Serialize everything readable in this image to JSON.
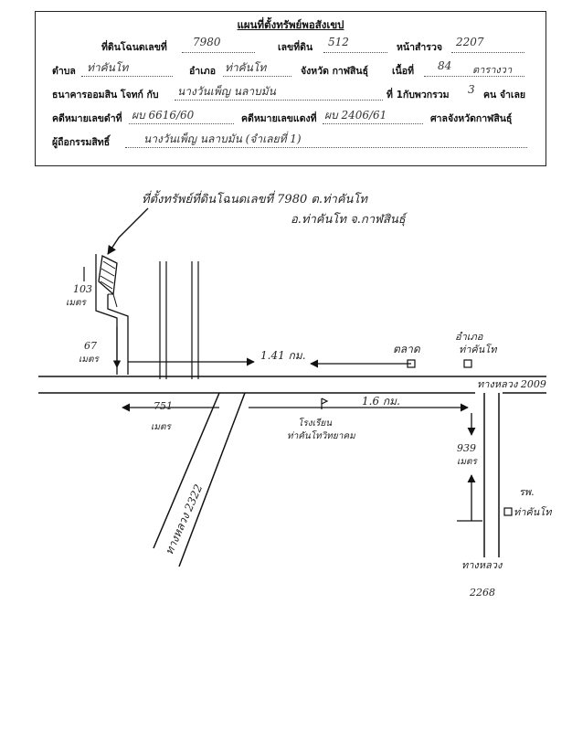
{
  "header": {
    "title": "แผนที่ตั้งทรัพย์พอสังเขป",
    "row1": {
      "deed_label": "ที่ดินโฉนดเลขที่",
      "deed_value": "7980",
      "land_no_label": "เลขที่ดิน",
      "land_no_value": "512",
      "survey_label": "หน้าสำรวจ",
      "survey_value": "2207"
    },
    "row2": {
      "subdistrict_label": "ตำบล",
      "subdistrict_value": "ท่าคันโท",
      "district_label": "อำเภอ",
      "district_value": "ท่าคันโท",
      "province_label": "จังหวัด  กาฬสินธุ์",
      "area_label": "เนื้อที่",
      "area_value": "84",
      "area_unit": "ตารางวา"
    },
    "row3": {
      "plaintiff_label": "ธนาคารออมสิน  โจทก์  กับ",
      "defendant_value": "นางวันเพ็ญ  นลาบมัน",
      "defendant_suffix": "ที่ 1กับพวกรวม",
      "count_value": "3",
      "count_suffix": "คน  จำเลย"
    },
    "row4": {
      "black_case_label": "คดีหมายเลขดำที่",
      "black_case_value": "ผบ 6616/60",
      "red_case_label": "คดีหมายเลขแดงที่",
      "red_case_value": "ผบ 2406/61",
      "court_label": "ศาลจังหวัดกาฬสินธุ์"
    },
    "row5": {
      "owner_label": "ผู้ถือกรรมสิทธิ์",
      "owner_value": "นางวันเพ็ญ  นลาบมัน  (จำเลยที่ 1)"
    }
  },
  "map": {
    "location_note_line1": "ที่ตั้งทรัพย์ที่ดินโฉนดเลขที่ 7980 ต.ท่าคันโท",
    "location_note_line2": "อ.ท่าคันโท  จ.กาฬสินธุ์",
    "dist_103": "103",
    "unit_103": "เมตร",
    "dist_67": "67",
    "unit_67": "เมตร",
    "dist_141": "1.41 กม.",
    "label_market": "ตลาด",
    "label_district_office_1": "อำเภอ",
    "label_district_office_2": "ท่าคันโท",
    "road_2009": "ทางหลวง 2009",
    "dist_751": "751",
    "unit_751": "เมตร",
    "dist_16": "1.6 กม.",
    "label_school_1": "โรงเรียน",
    "label_school_2": "ท่าคันโทวิทยาคม",
    "dist_939": "939",
    "unit_939": "เมตร",
    "label_hospital_1": "รพ.",
    "label_hospital_2": "ท่าคันโท",
    "road_2322": "ทางหลวง 2322",
    "road_2268_1": "ทางหลวง",
    "road_2268_2": "2268"
  }
}
